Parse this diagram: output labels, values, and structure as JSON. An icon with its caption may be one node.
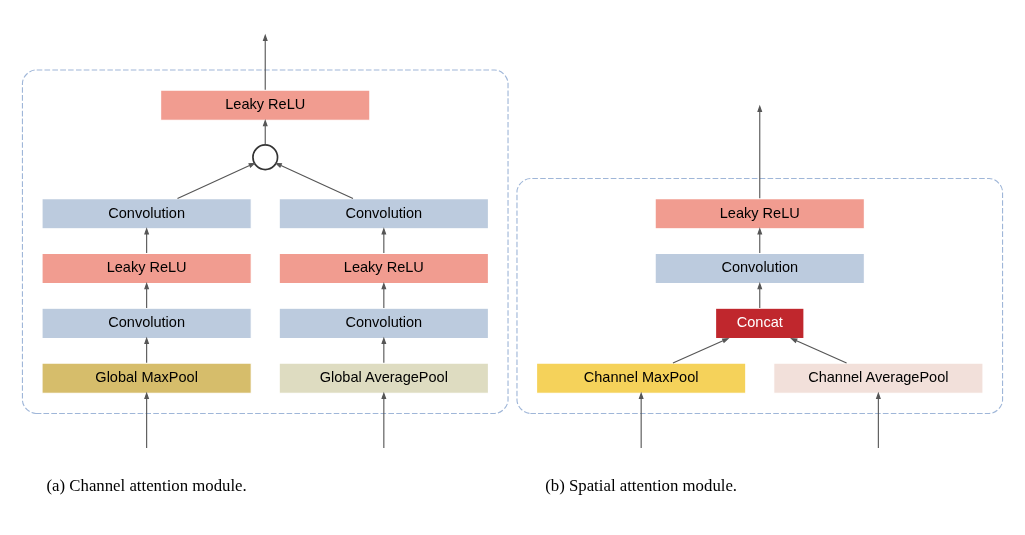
{
  "diagram": {
    "nodes": [
      {
        "text": [],
        "shape": "box"
      },
      {
        "text": [
          "Leaky ReLU"
        ],
        "in": 0
      },
      {
        "text": [],
        "shape": "circle",
        "in": 0
      },
      {
        "text": [
          "Convolution"
        ],
        "in": 0
      },
      {
        "text": [
          "Convolution"
        ],
        "in": 0
      },
      {
        "text": [
          "Leaky ReLU"
        ],
        "in": 0
      },
      {
        "text": [
          "Leaky ReLU"
        ],
        "in": 0
      },
      {
        "text": [
          "Convolution"
        ],
        "in": 0
      },
      {
        "text": [
          "Convolution"
        ],
        "in": 0
      },
      {
        "text": [
          "Global MaxPool"
        ],
        "in": 0
      },
      {
        "text": [
          "Global AveragePool"
        ],
        "in": 0
      },
      {
        "text": [],
        "shape": "box"
      },
      {
        "text": [
          "Leaky ReLU"
        ],
        "in": 11
      },
      {
        "text": [
          "Convolution"
        ],
        "in": 11
      },
      {
        "text": [
          "Concat"
        ],
        "in": 11
      },
      {
        "text": [
          "Channel MaxPool"
        ],
        "in": 11
      },
      {
        "text": [
          "Channel AveragePool"
        ],
        "in": 11
      }
    ],
    "edges": [
      {
        "from": null,
        "to": 9,
        "arrow": "to"
      },
      {
        "from": null,
        "to": 10,
        "arrow": "to"
      },
      {
        "from": 9,
        "to": 7,
        "arrow": "to"
      },
      {
        "from": 7,
        "to": 5,
        "arrow": "to"
      },
      {
        "from": 5,
        "to": 3,
        "arrow": "to"
      },
      {
        "from": 3,
        "to": 2,
        "arrow": "to"
      },
      {
        "from": 10,
        "to": 8,
        "arrow": "to"
      },
      {
        "from": 8,
        "to": 6,
        "arrow": "to"
      },
      {
        "from": 6,
        "to": 4,
        "arrow": "to"
      },
      {
        "from": 4,
        "to": 2,
        "arrow": "to"
      },
      {
        "from": 2,
        "to": 1,
        "arrow": "to"
      },
      {
        "from": 1,
        "to": null,
        "arrow": "to"
      },
      {
        "from": null,
        "to": 15,
        "arrow": "to"
      },
      {
        "from": null,
        "to": 16,
        "arrow": "to"
      },
      {
        "from": 15,
        "to": 14,
        "arrow": "to"
      },
      {
        "from": 16,
        "to": 14,
        "arrow": "to"
      },
      {
        "from": 14,
        "to": 13,
        "arrow": "to"
      },
      {
        "from": 13,
        "to": 12,
        "arrow": "to"
      },
      {
        "from": 12,
        "to": null,
        "arrow": "to"
      }
    ],
    "labels": [
      "(a) Channel attention module.",
      "(b) Spatial attention module."
    ]
  }
}
